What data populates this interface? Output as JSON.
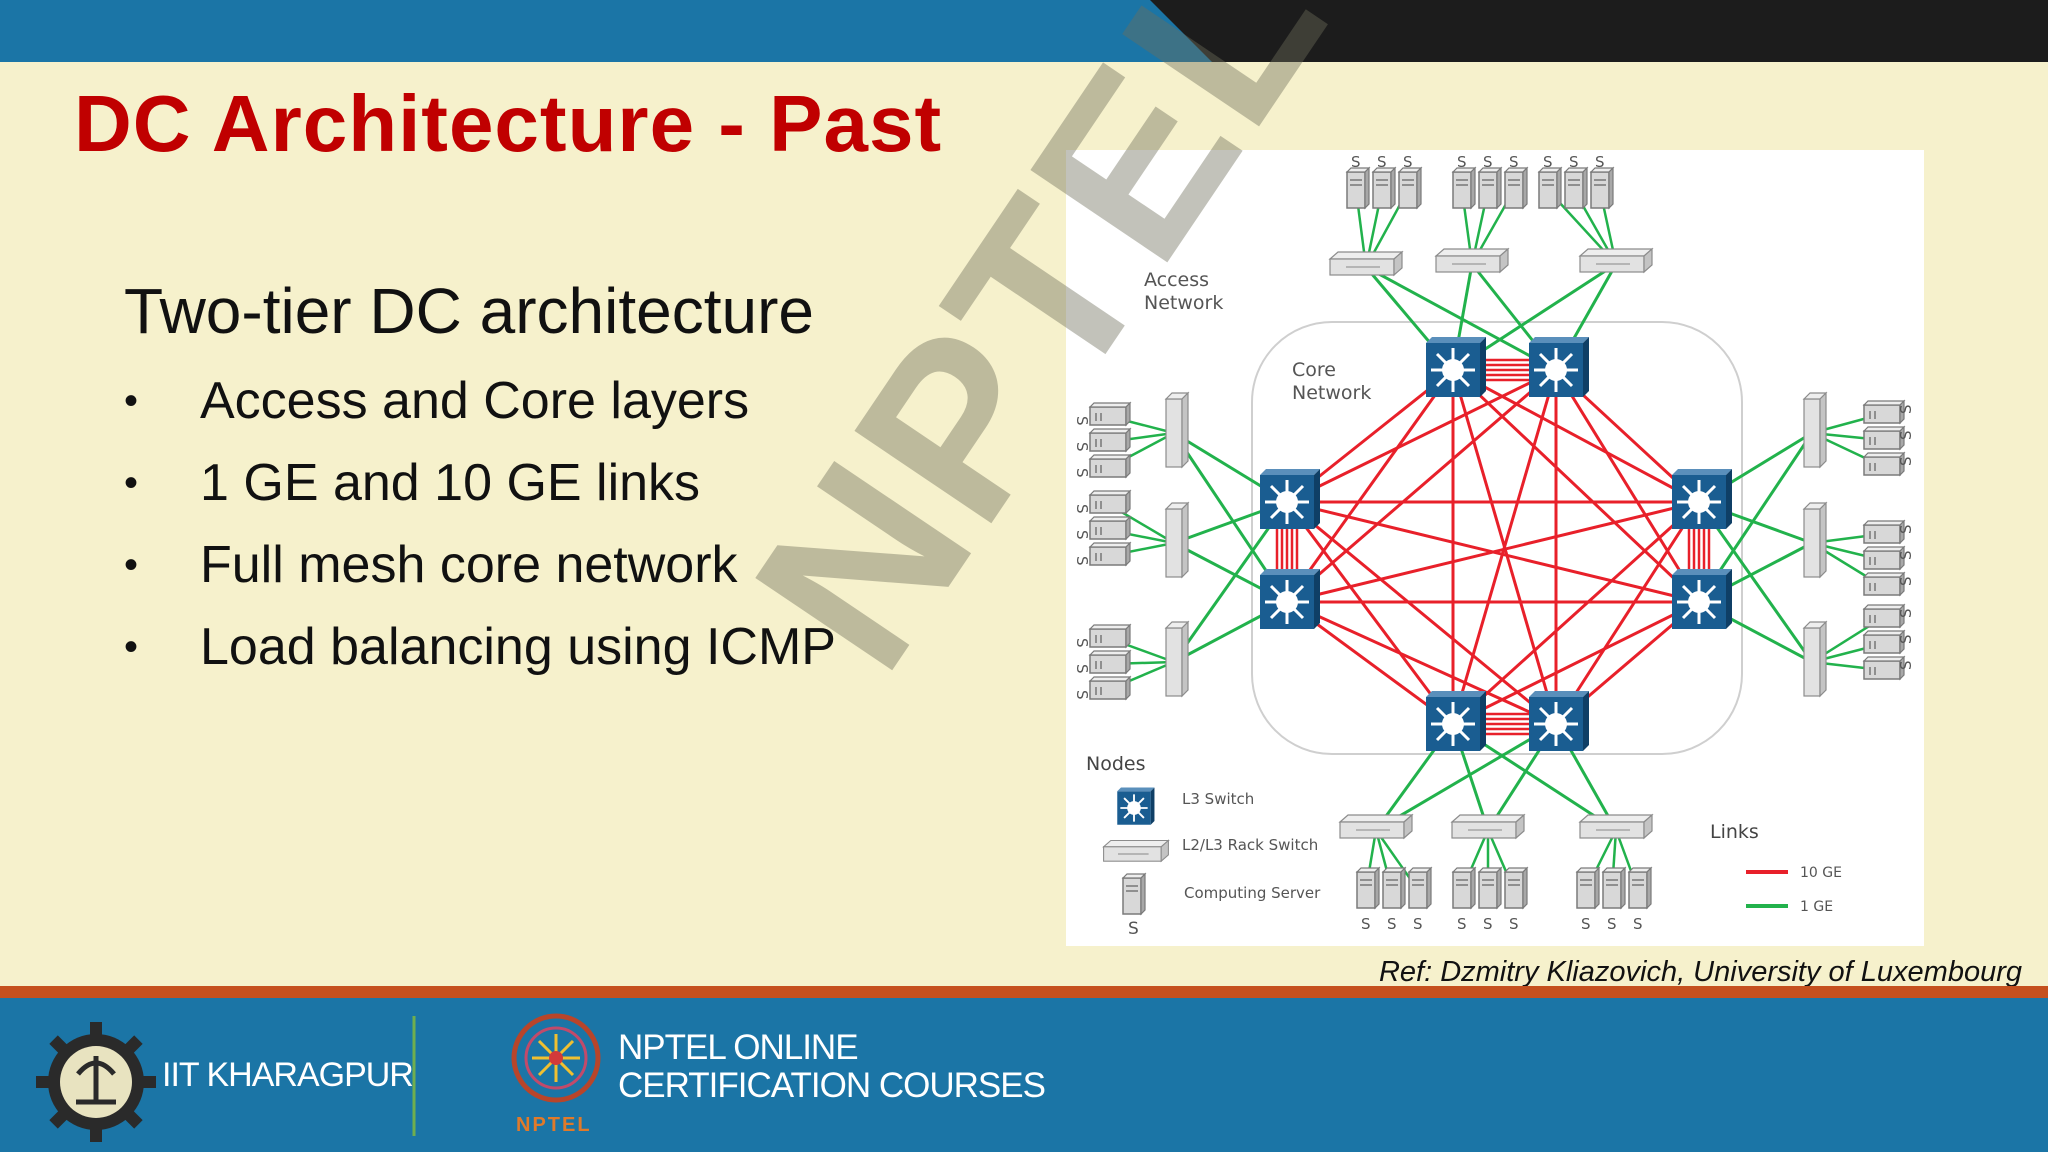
{
  "slide": {
    "title": "DC Architecture - Past",
    "subtitle": "Two-tier DC architecture",
    "bullets": [
      "Access and Core layers",
      "1 GE and 10 GE links",
      "Full mesh core network",
      "Load balancing using ICMP"
    ],
    "watermark": "NPTEL",
    "reference": "Ref: Dzmitry Kliazovich, University of Luxembourg"
  },
  "diagram": {
    "access_label_line1": "Access",
    "access_label_line2": "Network",
    "core_label_line1": "Core",
    "core_label_line2": "Network",
    "server_letter": "S",
    "nodes_title": "Nodes",
    "legend_l3": "L3 Switch",
    "legend_rack": "L2/L3 Rack Switch",
    "legend_server": "Computing Server",
    "links_title": "Links",
    "link_10ge": "10 GE",
    "link_1ge": "1 GE"
  },
  "footer": {
    "institute": "IIT KHARAGPUR",
    "nptel_line1": "NPTEL ONLINE",
    "nptel_line2": "CERTIFICATION COURSES",
    "nptel_logo_text": "NPTEL"
  },
  "colors": {
    "title": "#c00000",
    "background": "#f6f1cc",
    "blue_band": "#1b75a6",
    "dark_band": "#1c1c1c",
    "orange_stripe": "#c5501e",
    "link_10ge": "#e8202a",
    "link_1ge": "#22b24c",
    "switch_blue": "#1a5d91"
  }
}
